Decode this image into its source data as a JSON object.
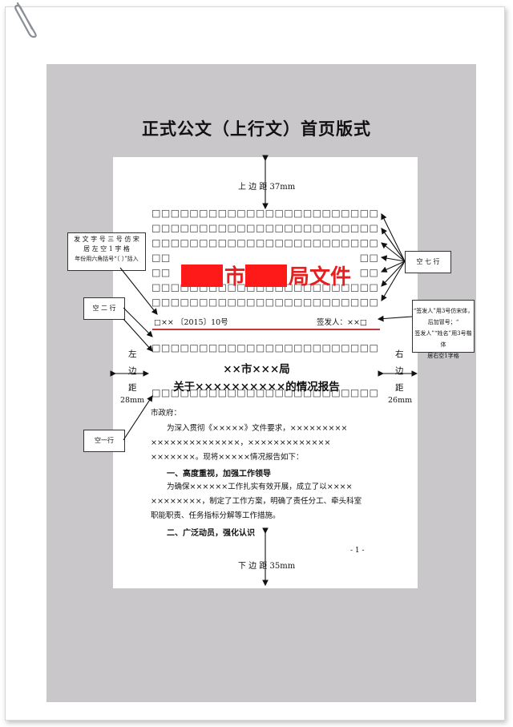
{
  "title": "正式公文（上行文）首页版式",
  "margins": {
    "top": "上 边 距 37mm",
    "bottom": "下 边 距 35mm",
    "left": [
      "左",
      "边",
      "距",
      "28mm"
    ],
    "right": [
      "右",
      "边",
      "距",
      "26mm"
    ]
  },
  "annotations": {
    "doc_number_box": [
      "发 文 字 号 三 号 仿 宋",
      "居 左 空 1 字 格",
      "年份用六角括号“〔 〕”括入"
    ],
    "seven_lines_box": "空 七 行",
    "two_lines_box": "空 二 行",
    "signer_box": [
      "“签发人”用3号仿宋体，后加冒号；“",
      "签发人”“姓名”用3号楷体",
      "居右空1字格"
    ],
    "one_line_box": "空一行"
  },
  "header": {
    "red_char_1": "市",
    "red_char_2": "局文件",
    "doc_number": "□×× 〔2015〕10号",
    "signer": "签发人：××□"
  },
  "document": {
    "org": "××市×××局",
    "title": "关于××××××××××的情况报告",
    "recipient": "市政府：",
    "para1_lines": [
      "为深入贯彻《×××××》文件要求，×××××××××",
      "××××××××××××××，×××××××××××××",
      "×××××××。现将×××××情况报告如下："
    ],
    "heading1": "一、高度重视，加强工作领导",
    "para2_lines": [
      "为确保××××××工作扎实有效开展，成立了以××××",
      "××××××××，制定了工作方案，明确了责任分工、牵头科室",
      "职能职责、任务指标分解等工作措施。"
    ],
    "heading2": "二、广泛动员，强化认识",
    "page_number": "- 1 -"
  },
  "colors": {
    "red": "#ff1a1a",
    "gray_background": "#c9c7ca",
    "red_line": "#c23a3a"
  }
}
